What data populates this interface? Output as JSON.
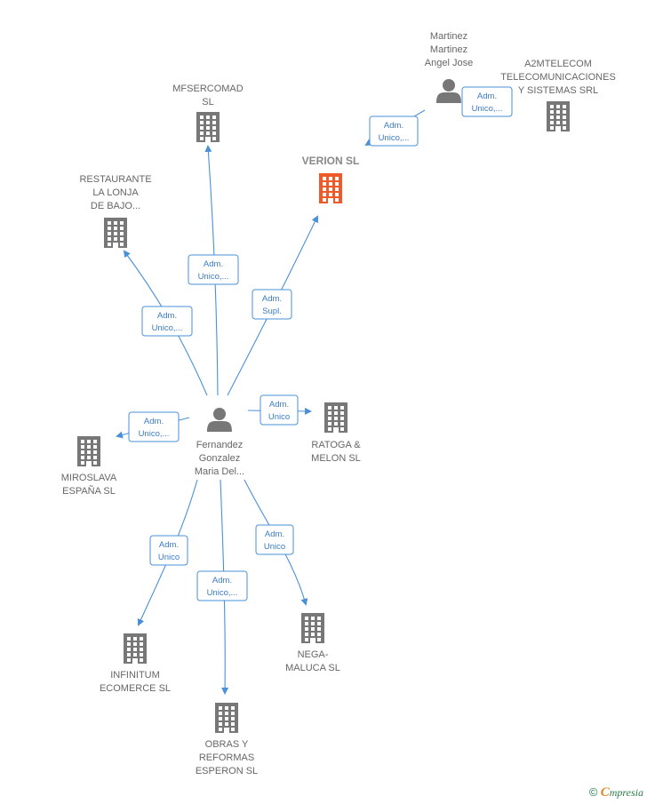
{
  "colors": {
    "edge": "#4a90d9",
    "building": "#777777",
    "building_main": "#f05a28",
    "person": "#777777"
  },
  "nodes": [
    {
      "id": "verion",
      "type": "building",
      "main": true,
      "label": [
        "VERION  SL"
      ]
    },
    {
      "id": "mfsercomad",
      "type": "building",
      "label": [
        "MFSERCOMAD",
        "SL"
      ]
    },
    {
      "id": "restaurante",
      "type": "building",
      "label": [
        "RESTAURANTE",
        "LA LONJA",
        "DE BAJO..."
      ]
    },
    {
      "id": "a2mtelecom",
      "type": "building",
      "label": [
        "A2MTELECOM",
        "TELECOMUNICACIONES",
        "Y SISTEMAS SRL"
      ]
    },
    {
      "id": "martinez",
      "type": "person",
      "label": [
        "Martinez",
        "Martinez",
        "Angel Jose"
      ]
    },
    {
      "id": "fernandez",
      "type": "person",
      "label": [
        "Fernandez",
        "Gonzalez",
        "Maria Del..."
      ]
    },
    {
      "id": "ratoga",
      "type": "building",
      "label": [
        "RATOGA &",
        "MELON SL"
      ]
    },
    {
      "id": "miroslava",
      "type": "building",
      "label": [
        "MIROSLAVA",
        "ESPAÑA  SL"
      ]
    },
    {
      "id": "infinitum",
      "type": "building",
      "label": [
        "INFINITUM",
        "ECOMERCE SL"
      ]
    },
    {
      "id": "obras",
      "type": "building",
      "label": [
        "OBRAS Y",
        "REFORMAS",
        "ESPERON  SL"
      ]
    },
    {
      "id": "nega",
      "type": "building",
      "label": [
        "NEGA-",
        "MALUCA  SL"
      ]
    }
  ],
  "edges": [
    {
      "from": "martinez",
      "to": "verion",
      "label": [
        "Adm.",
        "Unico,..."
      ]
    },
    {
      "from": "martinez",
      "to": "a2mtelecom",
      "label": [
        "Adm.",
        "Unico,..."
      ]
    },
    {
      "from": "fernandez",
      "to": "mfsercomad",
      "label": [
        "Adm.",
        "Unico,..."
      ]
    },
    {
      "from": "fernandez",
      "to": "restaurante",
      "label": [
        "Adm.",
        "Unico,..."
      ]
    },
    {
      "from": "fernandez",
      "to": "verion",
      "label": [
        "Adm.",
        "Supl."
      ]
    },
    {
      "from": "fernandez",
      "to": "ratoga",
      "label": [
        "Adm.",
        "Unico"
      ]
    },
    {
      "from": "fernandez",
      "to": "miroslava",
      "label": [
        "Adm.",
        "Unico,..."
      ]
    },
    {
      "from": "fernandez",
      "to": "infinitum",
      "label": [
        "Adm.",
        "Unico"
      ]
    },
    {
      "from": "fernandez",
      "to": "obras",
      "label": [
        "Adm.",
        "Unico,..."
      ]
    },
    {
      "from": "fernandez",
      "to": "nega",
      "label": [
        "Adm.",
        "Unico"
      ]
    }
  ],
  "watermark": {
    "copyright": "©",
    "brand_first": "C",
    "brand_rest": "mpresia"
  }
}
